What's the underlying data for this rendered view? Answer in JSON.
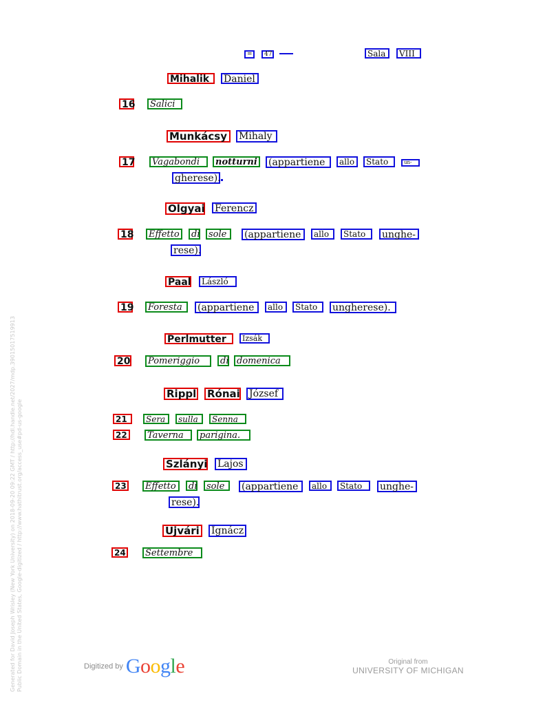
{
  "header": {
    "left_marks": [
      "=",
      "47"
    ],
    "sala": "Sala",
    "sala_num": "VIII"
  },
  "entries": [
    {
      "artist": [
        "Mihalik",
        "Daniel"
      ],
      "number": "16",
      "title": [
        "Salici"
      ],
      "desc": []
    },
    {
      "artist": [
        "Munkácsy",
        "Mihaly"
      ],
      "number": "17",
      "title": [
        "Vagabondi",
        "notturni"
      ],
      "desc": [
        "(appartiene",
        "allo",
        "Stato",
        "un-",
        "gherese)."
      ]
    },
    {
      "artist": [
        "Olgyai",
        "Ferencz"
      ],
      "number": "18",
      "title": [
        "Effetto",
        "di",
        "sole"
      ],
      "desc": [
        "(appartiene",
        "allo",
        "Stato",
        "unghe-",
        "rese)."
      ]
    },
    {
      "artist": [
        "Paal",
        "László"
      ],
      "number": "19",
      "title": [
        "Foresta"
      ],
      "desc": [
        "(appartiene",
        "allo",
        "Stato",
        "ungherese)."
      ]
    },
    {
      "artist": [
        "Perlmutter",
        "Izsák"
      ],
      "number": "20",
      "title": [
        "Pomeriggio",
        "di",
        "domenica"
      ],
      "desc": []
    },
    {
      "artist": [
        "Rippl",
        "Rónai",
        "József"
      ],
      "number": "21",
      "title": [
        "Sera",
        "sulla",
        "Senna"
      ],
      "desc": []
    },
    {
      "artist": [],
      "number": "22",
      "title": [
        "Taverna",
        "parigina."
      ],
      "desc": []
    },
    {
      "artist": [
        "Szlányi",
        "Lajos"
      ],
      "number": "23",
      "title": [
        "Effetto",
        "di",
        "sole"
      ],
      "desc": [
        "(appartiene",
        "allo",
        "Stato",
        "unghe-",
        "rese)."
      ]
    },
    {
      "artist": [
        "Ujvári",
        "Ignácz"
      ],
      "number": "24",
      "title": [
        "Settembre"
      ],
      "desc": []
    }
  ],
  "watermark": {
    "line1": "Generated for David Joseph Wrisley (New York University) on 2018-09-20 09:22 GMT  /  http://hdl.handle.net/2027/mdp.39015017519913",
    "line2": "Public Domain in the United States, Google-digitized  /  http://www.hathitrust.org/access_use#pd-us-google"
  },
  "footer": {
    "digitized_by": "Digitized by",
    "google_letters": [
      "G",
      "o",
      "o",
      "g",
      "l",
      "e"
    ],
    "original_from": "Original from",
    "university": "UNIVERSITY OF MICHIGAN"
  },
  "colors": {
    "red_box": "#e00000",
    "blue_box": "#1010dd",
    "green_box": "#0a8a1a"
  }
}
